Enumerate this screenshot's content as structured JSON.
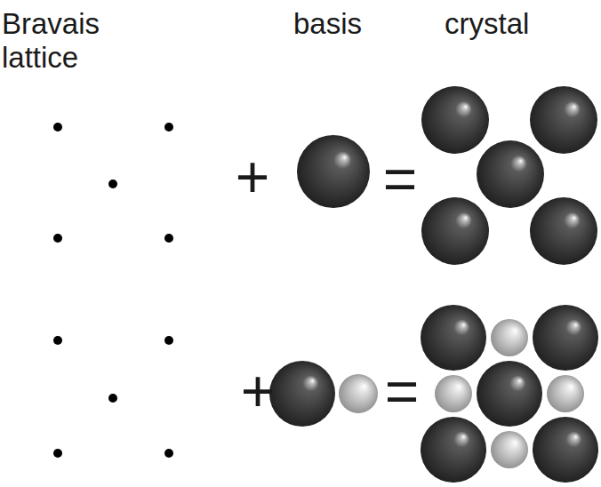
{
  "diagram": {
    "labels": [
      "Bravais lattice",
      "basis",
      "crystal",
      "+",
      "=",
      "+",
      "="
    ]
  }
}
